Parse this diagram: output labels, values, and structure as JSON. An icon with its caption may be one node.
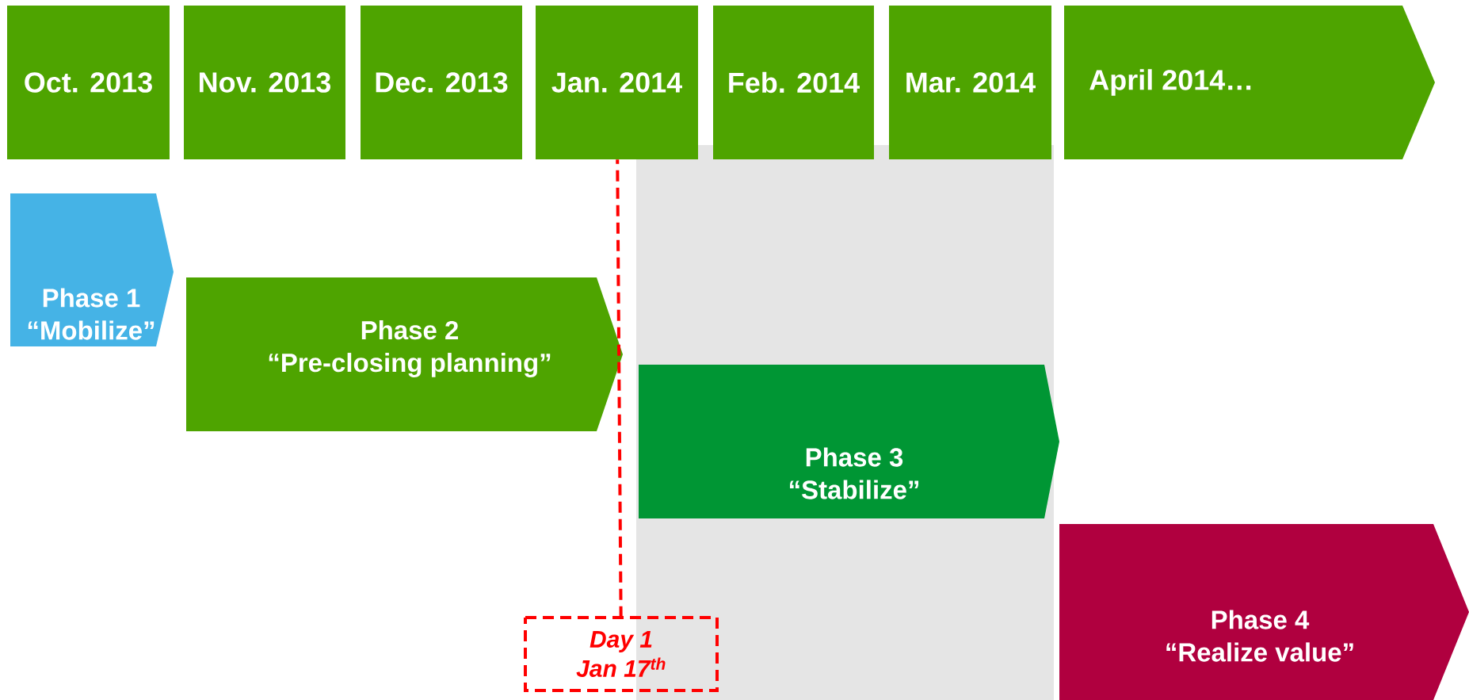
{
  "diagram": {
    "nodes": [
      {
        "text": [
          "Oct. 2013"
        ]
      },
      {
        "text": [
          "Nov. 2013"
        ]
      },
      {
        "text": [
          "Dec. 2013"
        ]
      },
      {
        "text": [
          "Jan. 2014"
        ]
      },
      {
        "text": [
          "Feb. 2014"
        ]
      },
      {
        "text": [
          "Mar. 2014"
        ]
      },
      {
        "text": [
          "April 2014…"
        ]
      },
      {
        "text": [
          "Phase 1",
          "“Mobilize”"
        ]
      },
      {
        "text": [
          "Phase 2",
          "“Pre-closing planning”"
        ]
      },
      {
        "text": [
          "Phase 3",
          "“Stabilize”"
        ]
      },
      {
        "text": [
          "Phase 4",
          "“Realize value”"
        ]
      },
      {
        "text": [
          "Day 1",
          "Jan 17$^{th}$"
        ]
      }
    ],
    "edges": [
      {
        "from": 11,
        "to": 3,
        "arrow": "none",
        "style": "dashed"
      }
    ]
  }
}
